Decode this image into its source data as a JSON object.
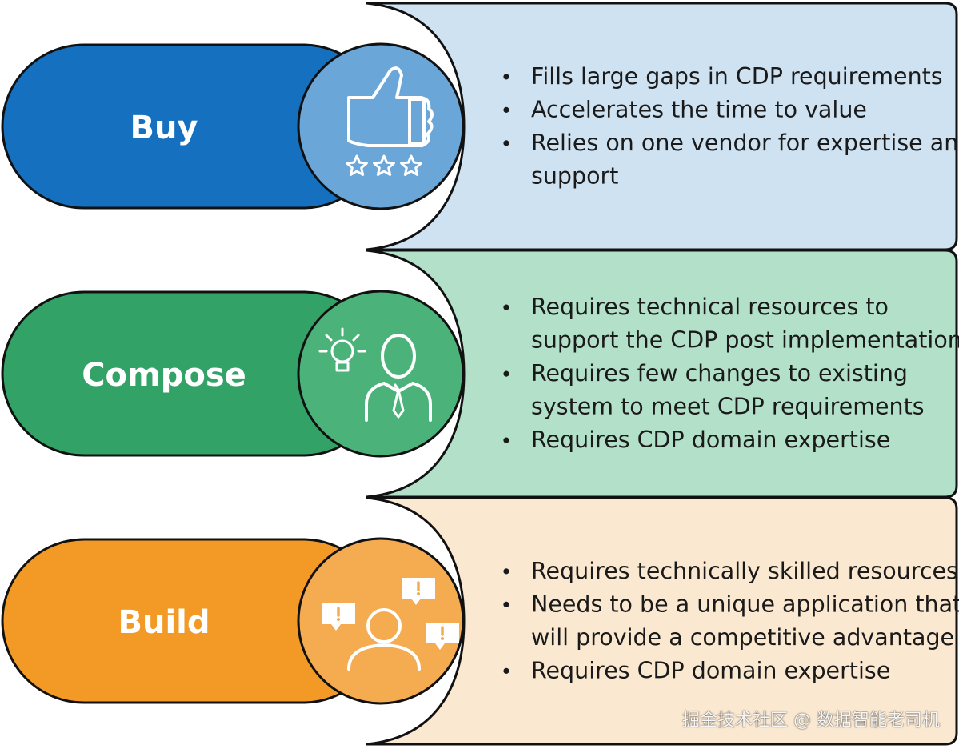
{
  "colors": {
    "outline": "#111111",
    "text": "#1a1a1a",
    "label_text": "#ffffff"
  },
  "rows": [
    {
      "label": "Buy",
      "icon": "thumbs-up-stars-icon",
      "pill_color": "#1570bf",
      "circle_color": "#6aa7d8",
      "panel_color": "#cfe2f1",
      "bullets": [
        [
          "Fills large gaps in CDP requirements"
        ],
        [
          "Accelerates the time to value"
        ],
        [
          "Relies on one vendor for expertise and",
          "support"
        ]
      ]
    },
    {
      "label": "Compose",
      "icon": "lightbulb-person-icon",
      "pill_color": "#33a267",
      "circle_color": "#4bb27a",
      "panel_color": "#b3e0c8",
      "bullets": [
        [
          "Requires technical resources to",
          "support the CDP post implementation"
        ],
        [
          "Requires few changes to existing",
          "system to meet CDP requirements"
        ],
        [
          "Requires CDP domain expertise"
        ]
      ]
    },
    {
      "label": "Build",
      "icon": "person-speech-bubbles-icon",
      "pill_color": "#f39a26",
      "circle_color": "#f5ab50",
      "panel_color": "#fbe8d0",
      "bullets": [
        [
          "Requires technically skilled resources"
        ],
        [
          "Needs to be a unique application that",
          "will provide a competitive advantage"
        ],
        [
          "Requires CDP domain expertise"
        ]
      ]
    }
  ],
  "watermark": "掘金技术社区 @ 数据智能老司机"
}
